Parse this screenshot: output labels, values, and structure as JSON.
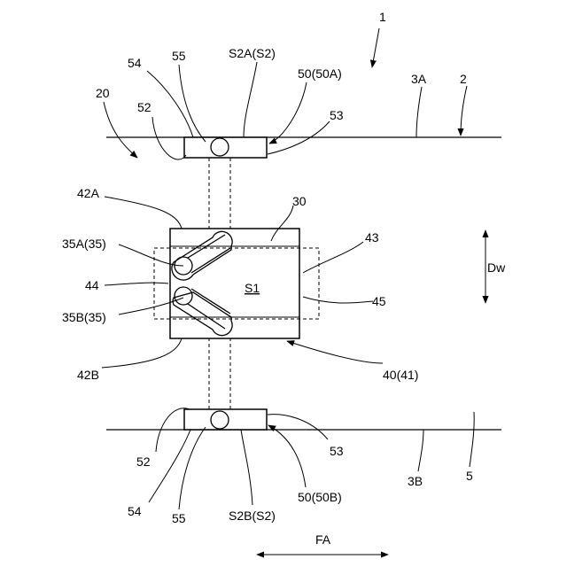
{
  "labels": {
    "l1": "1",
    "l2": "2",
    "l3A": "3A",
    "l3B": "3B",
    "l5": "5",
    "l20": "20",
    "l30": "30",
    "l35A": "35A(35)",
    "l35B": "35B(35)",
    "l40": "40(41)",
    "l42A": "42A",
    "l42B": "42B",
    "l43": "43",
    "l44": "44",
    "l45": "45",
    "l50A": "50(50A)",
    "l50B": "50(50B)",
    "l52top": "52",
    "l52bot": "52",
    "l53top": "53",
    "l53bot": "53",
    "l54top": "54",
    "l54bot": "54",
    "l55top": "55",
    "l55bot": "55",
    "lS1": "S1",
    "lS2A": "S2A(S2)",
    "lS2B": "S2B(S2)",
    "lDw": "Dw",
    "lFA": "FA"
  }
}
